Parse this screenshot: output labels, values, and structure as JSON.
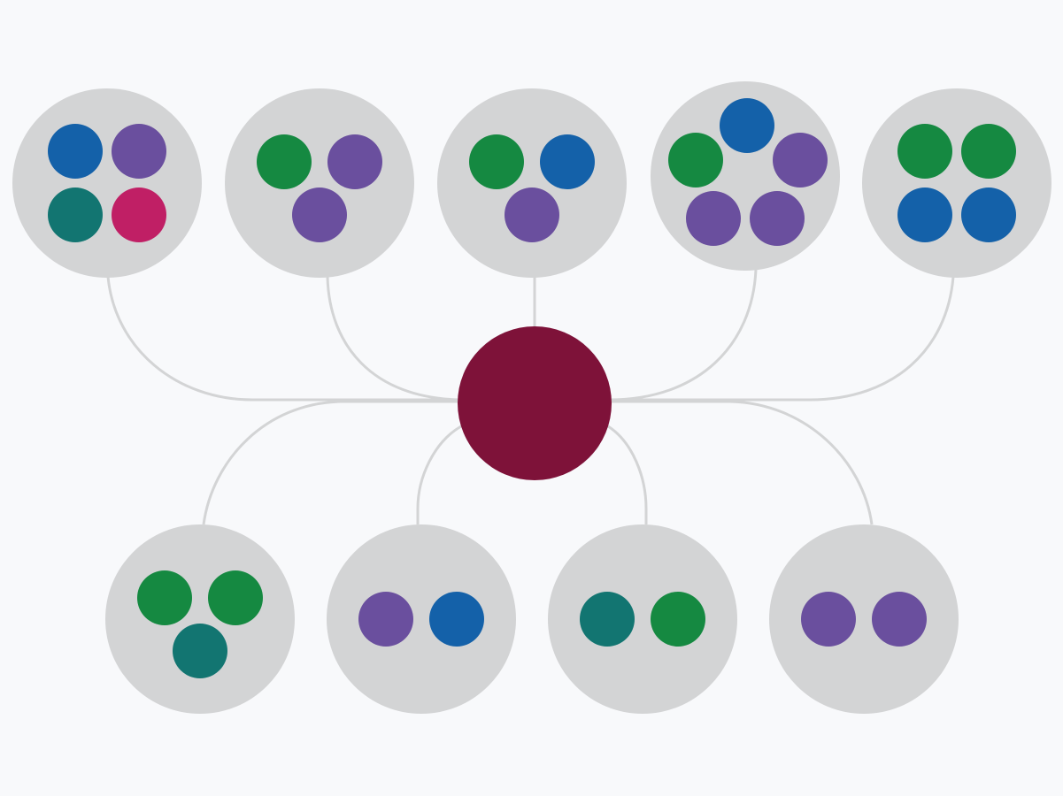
{
  "colors": {
    "background": "#f8f9fb",
    "connector": "#d3d4d5",
    "group": "#d3d4d5",
    "hub": "#7e1239",
    "green": "#158941",
    "purple": "#6a4f9e",
    "blue": "#1461a9",
    "teal": "#127571",
    "magenta": "#c01f65"
  },
  "hub": {
    "color": "hub"
  },
  "groups": [
    {
      "id": "top-1",
      "members": [
        "blue",
        "purple",
        "teal",
        "magenta"
      ]
    },
    {
      "id": "top-2",
      "members": [
        "green",
        "purple",
        "purple"
      ]
    },
    {
      "id": "top-3",
      "members": [
        "green",
        "blue",
        "purple"
      ]
    },
    {
      "id": "top-4",
      "members": [
        "blue",
        "green",
        "purple",
        "purple",
        "purple"
      ]
    },
    {
      "id": "top-5",
      "members": [
        "green",
        "green",
        "blue",
        "blue"
      ]
    },
    {
      "id": "bottom-1",
      "members": [
        "green",
        "green",
        "teal"
      ]
    },
    {
      "id": "bottom-2",
      "members": [
        "purple",
        "blue"
      ]
    },
    {
      "id": "bottom-3",
      "members": [
        "teal",
        "green"
      ]
    },
    {
      "id": "bottom-4",
      "members": [
        "purple",
        "purple"
      ]
    }
  ]
}
